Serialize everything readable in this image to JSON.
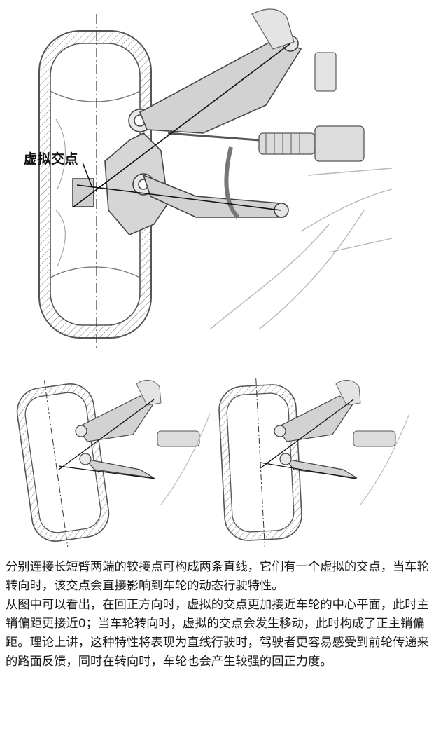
{
  "labels": {
    "virtual_intersection": "虚拟交点"
  },
  "caption": {
    "paragraph_1": "分别连接长短臂两端的铰接点可构成两条直线，它们有一个虚拟的交点，当车轮转向时，该交点会直接影响到车轮的动态行驶特性。",
    "paragraph_2": "从图中可以看出，在回正方向时，虚拟的交点更加接近车轮的中心平面，此时主销偏距更接近0；当车轮转向时，虚拟的交点会发生移动，此时构成了正主销偏距。理论上讲，这种特性将表现为直线行驶时，驾驶者更容易感受到前轮传递来的路面反馈，同时在转向时，车轮也会产生较强的回正力度。"
  }
}
